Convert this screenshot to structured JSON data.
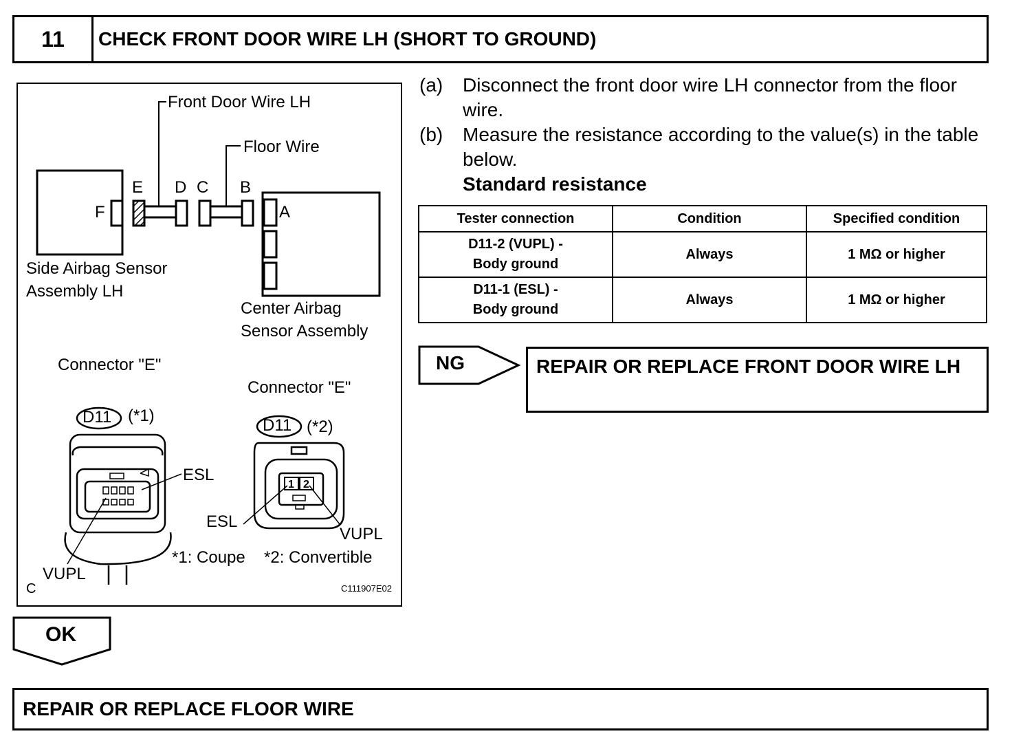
{
  "header": {
    "step_number": "11",
    "title": "CHECK FRONT DOOR WIRE LH (SHORT TO GROUND)"
  },
  "figure": {
    "front_door_wire_label": "Front Door Wire LH",
    "floor_wire_label": "Floor Wire",
    "connector_letters": {
      "a": "A",
      "b": "B",
      "c": "C",
      "d": "D",
      "e": "E",
      "f": "F"
    },
    "side_airbag_label_line1": "Side Airbag Sensor",
    "side_airbag_label_line2": "Assembly LH",
    "center_airbag_label_line1": "Center Airbag",
    "center_airbag_label_line2": "Sensor Assembly",
    "connector_e_label_left": "Connector \"E\"",
    "connector_e_label_right": "Connector \"E\"",
    "connector_id": "D11",
    "note_coupe_tag": "(*1)",
    "note_convertible_tag": "(*2)",
    "esl": "ESL",
    "vupl": "VUPL",
    "pin1": "1",
    "pin2": "2",
    "note_coupe": "*1: Coupe",
    "note_convertible": "*2: Convertible",
    "corner_letter": "C",
    "figure_code": "C111907E02"
  },
  "instructions": {
    "a_label": "(a)",
    "a_text": "Disconnect the front door wire LH connector from the floor wire.",
    "b_label": "(b)",
    "b_text": "Measure the resistance according to the value(s) in the table below.",
    "standard_resistance": "Standard resistance"
  },
  "table": {
    "headers": [
      "Tester connection",
      "Condition",
      "Specified condition"
    ],
    "rows": [
      {
        "line1": "D11-2 (VUPL) -",
        "line2": "Body ground",
        "condition": "Always",
        "spec": "1 MΩ or higher"
      },
      {
        "line1": "D11-1 (ESL) -",
        "line2": "Body ground",
        "condition": "Always",
        "spec": "1 MΩ or higher"
      }
    ]
  },
  "ng": {
    "label": "NG",
    "action": "REPAIR OR REPLACE FRONT DOOR WIRE LH"
  },
  "ok": {
    "label": "OK"
  },
  "final_action": "REPAIR OR REPLACE FLOOR WIRE"
}
